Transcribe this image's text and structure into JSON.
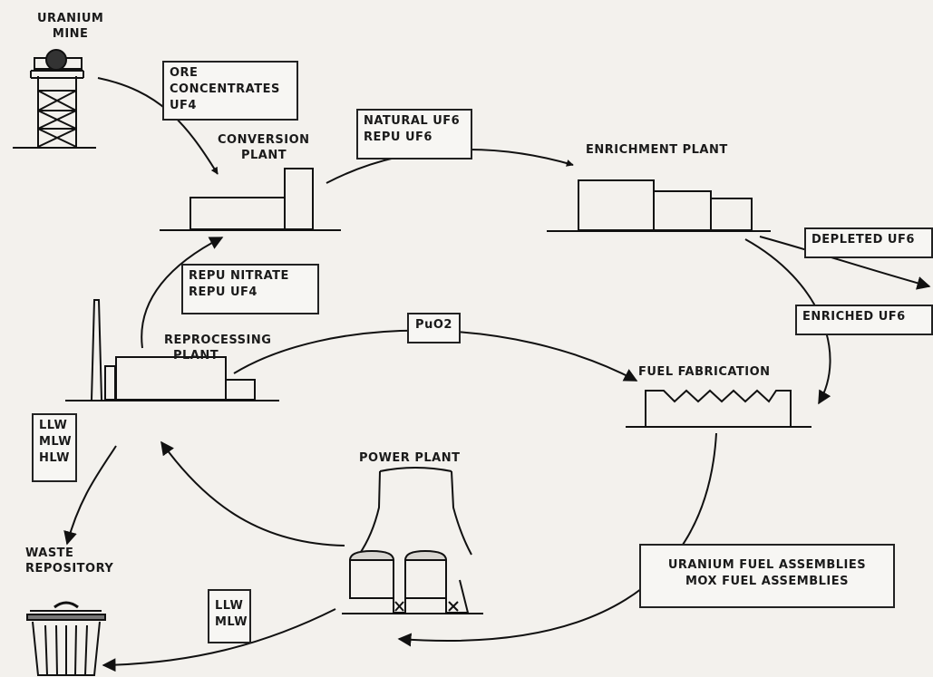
{
  "facilities": {
    "uranium_mine": [
      "URANIUM",
      "MINE"
    ],
    "conversion_plant": [
      "CONVERSION",
      "PLANT"
    ],
    "enrichment_plant": "ENRICHMENT PLANT",
    "reprocessing_plant": [
      "REPROCESSING",
      "PLANT"
    ],
    "fuel_fabrication": "FUEL FABRICATION",
    "power_plant": "POWER PLANT",
    "waste_repository": [
      "WASTE",
      "REPOSITORY"
    ]
  },
  "flows": {
    "ore_concentrates": [
      "ORE",
      "CONCENTRATES",
      "UF4"
    ],
    "natural_uf6": [
      "NATURAL UF6",
      "REPU UF6"
    ],
    "depleted_uf6": "DEPLETED UF6",
    "enriched_uf6": "ENRICHED UF6",
    "repu_nitrate": [
      "REPU NITRATE",
      "REPU UF4"
    ],
    "puo2": "PuO2",
    "reprocessing_waste": [
      "LLW",
      "MLW",
      "HLW"
    ],
    "fuel_assemblies": [
      "URANIUM FUEL ASSEMBLIES",
      "MOX FUEL ASSEMBLIES"
    ],
    "power_plant_waste": [
      "LLW",
      "MLW"
    ]
  }
}
